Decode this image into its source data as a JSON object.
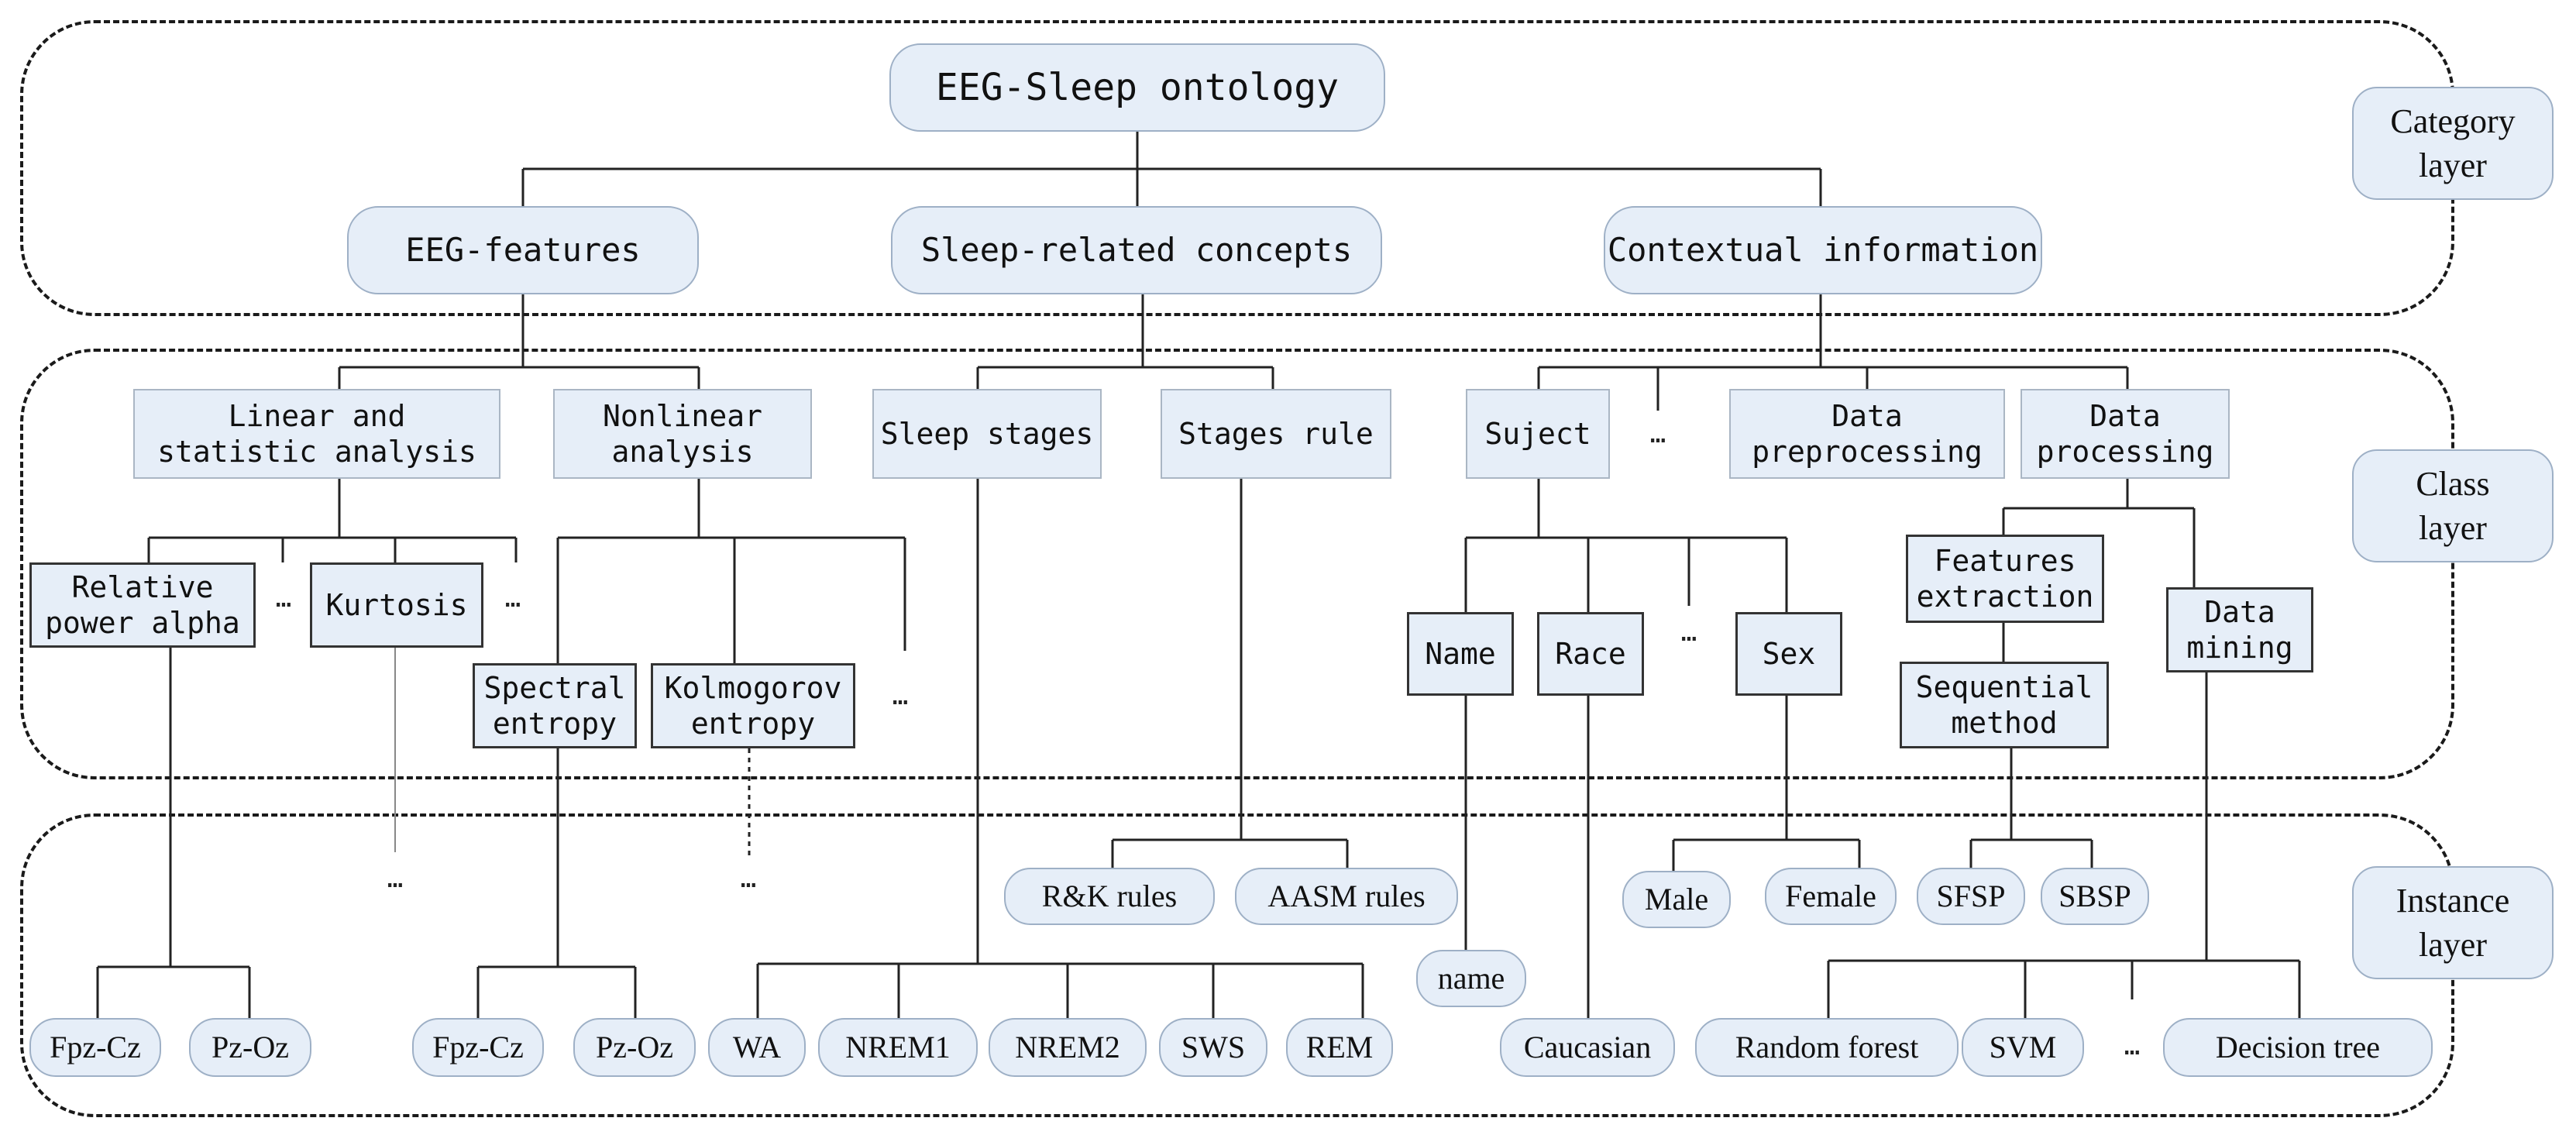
{
  "layers": {
    "category": "Category\nlayer",
    "class": "Class\nlayer",
    "instance": "Instance\nlayer"
  },
  "category_nodes": {
    "root": "EEG-Sleep ontology",
    "eeg_features": "EEG-features",
    "sleep_related": "Sleep-related concepts",
    "contextual": "Contextual information"
  },
  "class_nodes": {
    "linear": "Linear and\nstatistic analysis",
    "nonlinear": "Nonlinear\nanalysis",
    "sleep_stages": "Sleep stages",
    "stages_rule": "Stages rule",
    "subject": "Suject",
    "data_preprocessing": "Data\npreprocessing",
    "data_processing": "Data\nprocessing",
    "relative_power": "Relative\npower alpha",
    "kurtosis": "Kurtosis",
    "spectral_entropy": "Spectral\nentropy",
    "kolmogorov_entropy": "Kolmogorov\nentropy",
    "name": "Name",
    "race": "Race",
    "sex": "Sex",
    "features_extraction": "Features\nextraction",
    "sequential_method": "Sequential\nmethod",
    "data_mining": "Data\nmining"
  },
  "instance_nodes": {
    "rk_rules": "R&K rules",
    "aasm_rules": "AASM rules",
    "male": "Male",
    "female": "Female",
    "sfsp": "SFSP",
    "sbsp": "SBSP",
    "name_inst": "name",
    "fpz_cz_1": "Fpz-Cz",
    "pz_oz_1": "Pz-Oz",
    "fpz_cz_2": "Fpz-Cz",
    "pz_oz_2": "Pz-Oz",
    "wa": "WA",
    "nrem1": "NREM1",
    "nrem2": "NREM2",
    "sws": "SWS",
    "rem": "REM",
    "caucasian": "Caucasian",
    "random_forest": "Random forest",
    "svm": "SVM",
    "decision_tree": "Decision tree"
  },
  "ellipsis": "…"
}
